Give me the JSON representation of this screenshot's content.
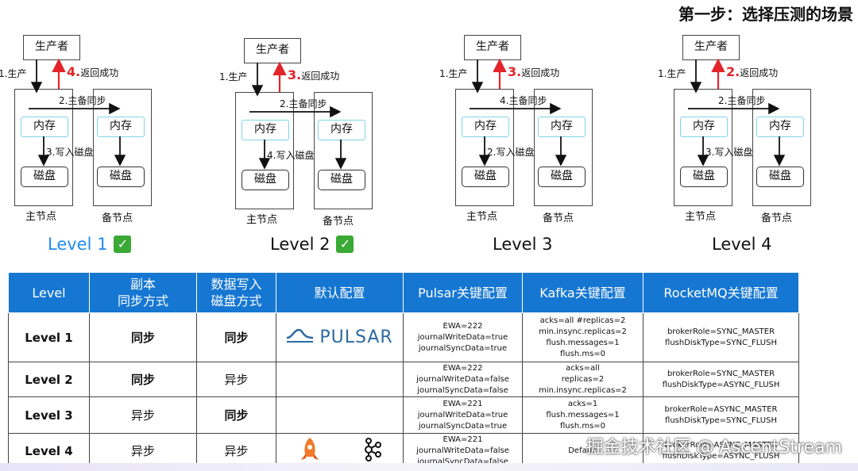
{
  "page_title": "第一步：选择压测的场景",
  "diagram": {
    "producer": "生产者",
    "memory": "内存",
    "disk": "磁盘",
    "master_node": "主节点",
    "backup_node": "备节点",
    "produce": "1.生产",
    "return_success": "返回成功",
    "write_disk": "写入磁盘",
    "sync": "主备同步"
  },
  "levels": [
    {
      "caption": "Level 1",
      "checked": true,
      "color": "#1e8ef0",
      "sync_step": "2.",
      "disk_step": "3.",
      "return_step": "4."
    },
    {
      "caption": "Level 2",
      "checked": true,
      "color": "#111111",
      "sync_step": "2.",
      "disk_step": "4.",
      "return_step": "3."
    },
    {
      "caption": "Level 3",
      "checked": false,
      "color": "#111111",
      "sync_step": "4.",
      "disk_step": "2.",
      "return_step": "3."
    },
    {
      "caption": "Level 4",
      "checked": false,
      "color": "#111111",
      "sync_step": "2.",
      "disk_step": "3.",
      "return_step": "2."
    }
  ],
  "check_icon": "✓",
  "table": {
    "headers": [
      "Level",
      "副本\n同步方式",
      "数据写入\n磁盘方式",
      "默认配置",
      "Pulsar关键配置",
      "Kafka关键配置",
      "RocketMQ关键配置"
    ],
    "rows": [
      {
        "level": "Level 1",
        "replica": "同步",
        "disk": "同步",
        "pulsar": [
          "EWA=222",
          "journalWriteData=true",
          "journalSyncData=true"
        ],
        "kafka": [
          "acks=all #replicas=2",
          "min.insync.replicas=2",
          "flush.messages=1",
          "flush.ms=0"
        ],
        "rocketmq": [
          "brokerRole=SYNC_MASTER",
          "flushDiskType=SYNC_FLUSH"
        ]
      },
      {
        "level": "Level 2",
        "replica": "同步",
        "disk": "异步",
        "pulsar": [
          "EWA=222",
          "journalWriteData=false",
          "journalSyncData=false"
        ],
        "kafka": [
          "acks=all",
          "replicas=2",
          "min.insync.replicas=2"
        ],
        "rocketmq": [
          "brokerRole=SYNC_MASTER",
          "flushDiskType=ASYNC_FLUSH"
        ]
      },
      {
        "level": "Level 3",
        "replica": "异步",
        "disk": "同步",
        "pulsar": [
          "EWA=221",
          "journalWriteData=true",
          "journalSyncData=true"
        ],
        "kafka": [
          "acks=1",
          "flush.messages=1",
          "flush.ms=0"
        ],
        "rocketmq": [
          "brokerRole=ASYNC_MASTER",
          "flushDiskType=SYNC_FLUSH"
        ]
      },
      {
        "level": "Level 4",
        "replica": "异步",
        "disk": "异步",
        "pulsar": [
          "EWA=221",
          "journalWriteData=false",
          "journalSyncData=false"
        ],
        "kafka": [
          "Default"
        ],
        "rocketmq": [
          "brokerRole=ASYNC_MASTER",
          "flushDiskType=ASYNC_FLUSH"
        ]
      }
    ],
    "pulsar_logo_text": "PULSAR",
    "logo_icons": [
      "pulsar-icon",
      "rocketmq-icon",
      "kafka-icon"
    ]
  },
  "watermark": "掘金技术社区 @ AscentStream"
}
